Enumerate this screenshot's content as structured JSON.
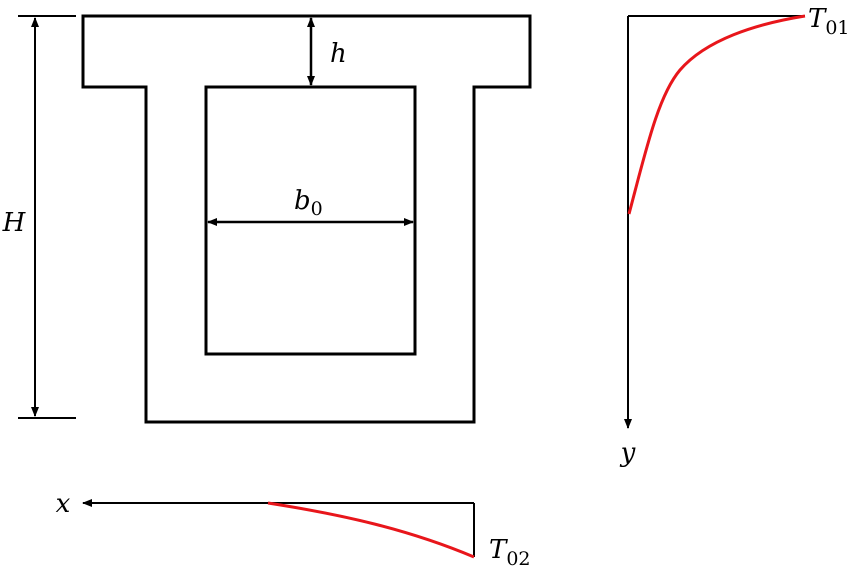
{
  "labels": {
    "h": "h",
    "H": "H",
    "b": "b",
    "b_sub": "0",
    "T01": "T",
    "T01_sub": "01",
    "T02": "T",
    "T02_sub": "02",
    "x_axis": "x",
    "y_axis": "y"
  },
  "colors": {
    "outline": "#000000",
    "temperature_curve": "#e8161b"
  }
}
